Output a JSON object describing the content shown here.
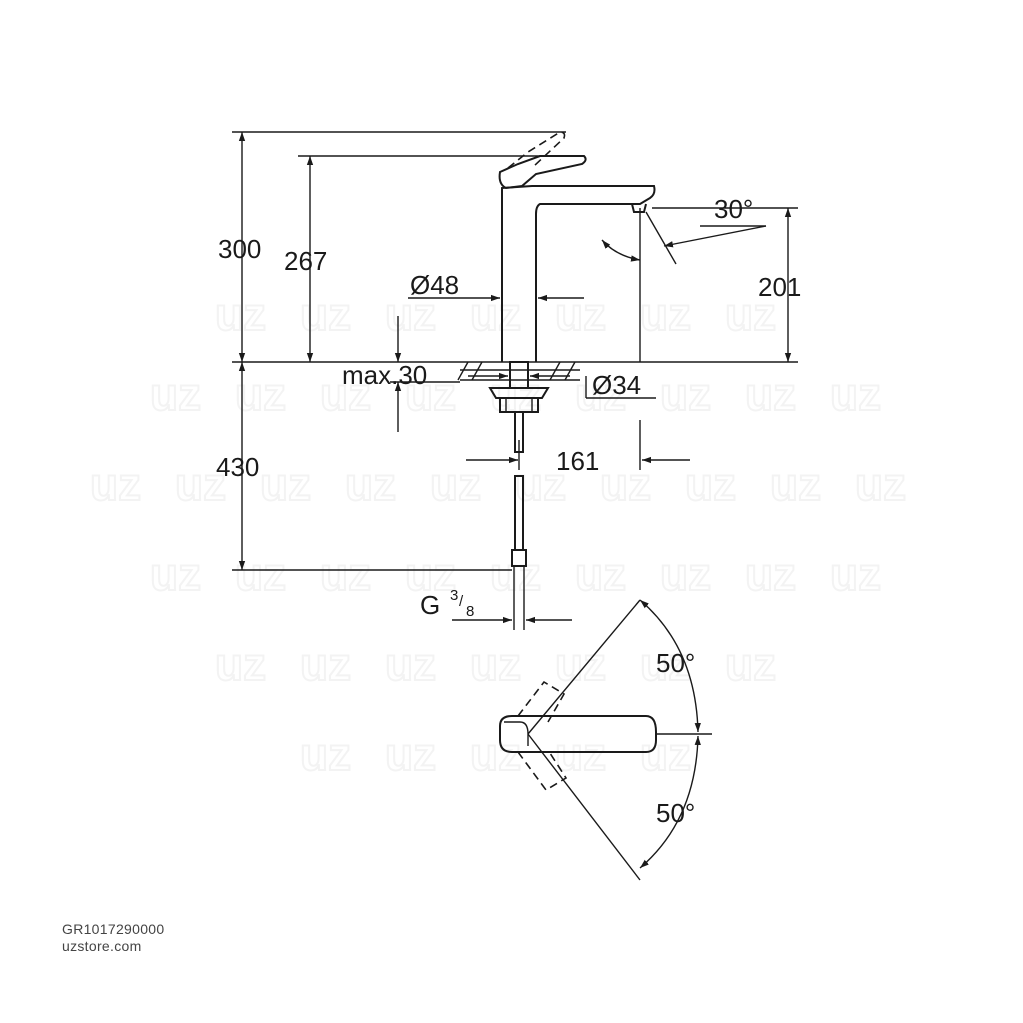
{
  "watermark": {
    "text": "uz"
  },
  "dimensions": {
    "total_height": "300",
    "spout_height": "267",
    "outlet_height": "201",
    "outlet_angle": "30°",
    "body_diameter": "Ø48",
    "base_diameter": "Ø34",
    "max_counter_thickness": "max.30",
    "hose_length": "430",
    "spout_reach": "161",
    "connection_main": "G",
    "connection_num": "3",
    "connection_den": "8",
    "rotation_left": "50°",
    "rotation_right": "50°"
  },
  "footer": {
    "sku": "GR1017290000",
    "site": "uzstore.com"
  }
}
